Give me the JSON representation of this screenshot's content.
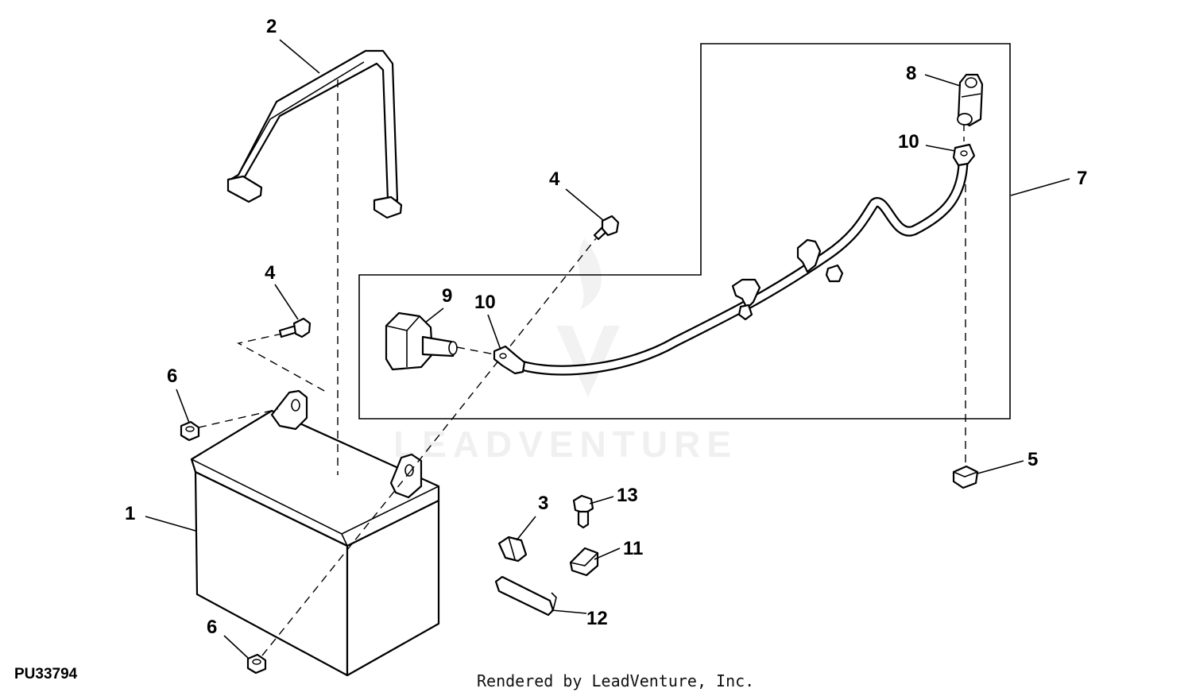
{
  "diagram": {
    "figure_id": "PU33794",
    "credit": "Rendered by LeadVenture, Inc.",
    "watermark": "LEADVENTURE",
    "callouts": {
      "c1": "1",
      "c2": "2",
      "c3": "3",
      "c4a": "4",
      "c4b": "4",
      "c5": "5",
      "c6a": "6",
      "c6b": "6",
      "c7": "7",
      "c8": "8",
      "c9": "9",
      "c10a": "10",
      "c10b": "10",
      "c11": "11",
      "c12": "12",
      "c13": "13"
    }
  }
}
